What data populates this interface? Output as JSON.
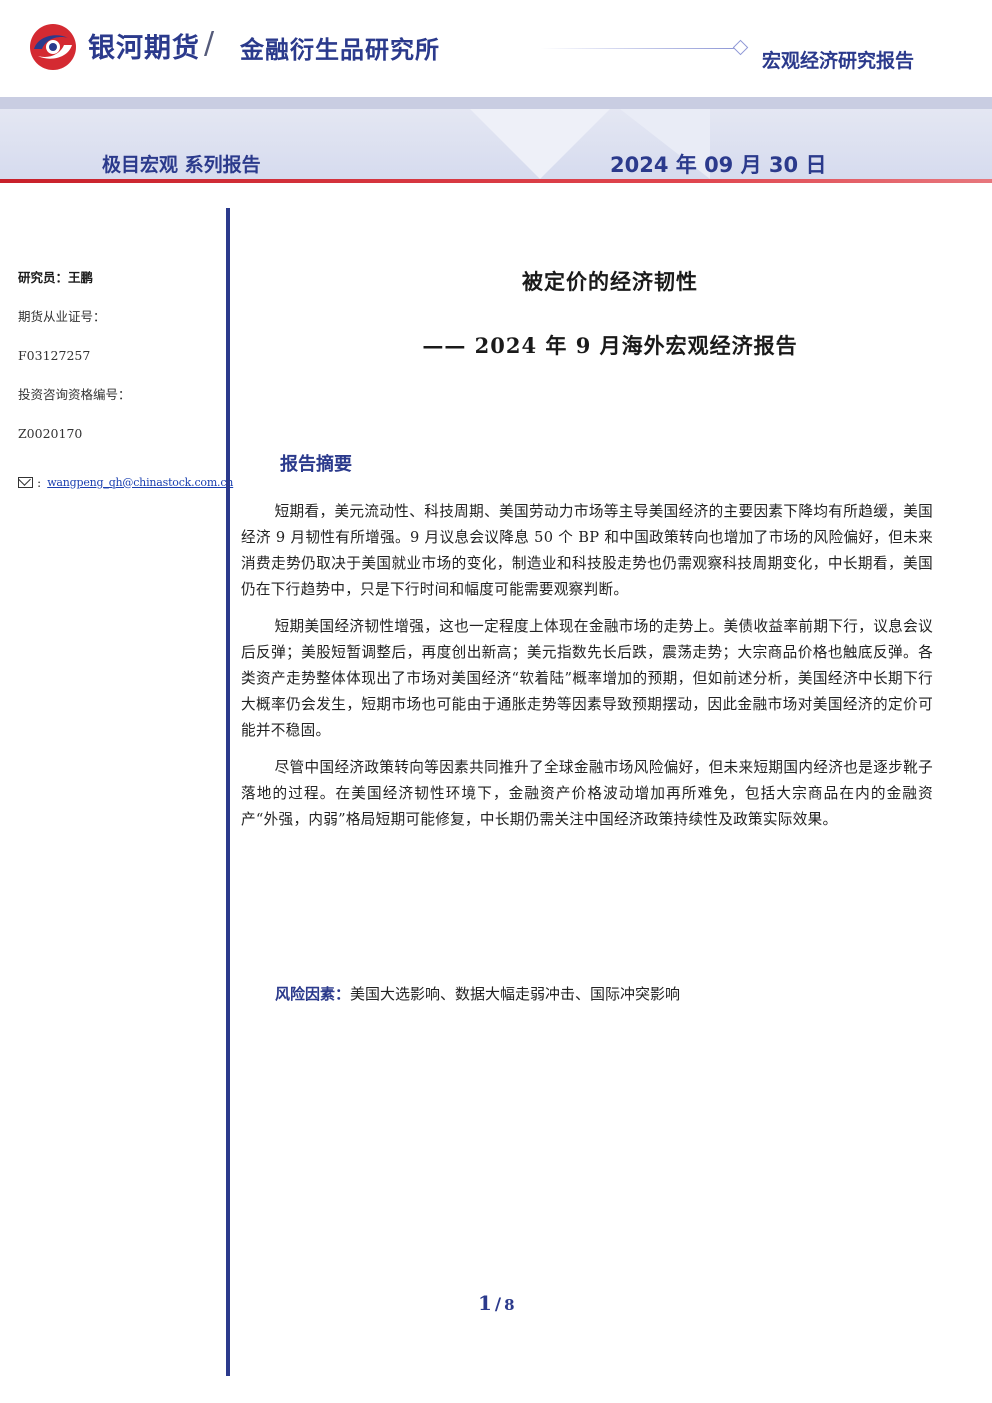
{
  "header": {
    "brand": "银河期货",
    "slash": "/",
    "institute": "金融衍生品研究所",
    "report_type": "宏观经济研究报告",
    "series": "极目宏观  系列报告",
    "date": "2024 年 09 月 30 日",
    "brand_color": "#2b3a8c",
    "accent_red": "#c8202a"
  },
  "sidebar": {
    "researcher": "研究员：王鹏",
    "futures_cert_label": "期货从业证号：",
    "futures_cert_no": "F03127257",
    "advisory_cert_label": "投资咨询资格编号：",
    "advisory_cert_no": "Z0020170",
    "mail_colon": ":",
    "email": "wangpeng_qh@chinastock.com.cn"
  },
  "report": {
    "title": "被定价的经济韧性",
    "subtitle": "—— 2024 年 9 月海外宏观经济报告",
    "summary_heading": "报告摘要",
    "paragraphs": [
      "短期看，美元流动性、科技周期、美国劳动力市场等主导美国经济的主要因素下降均有所趋缓，美国经济 9 月韧性有所增强。9 月议息会议降息 50 个 BP 和中国政策转向也增加了市场的风险偏好，但未来消费走势仍取决于美国就业市场的变化，制造业和科技股走势也仍需观察科技周期变化，中长期看，美国仍在下行趋势中，只是下行时间和幅度可能需要观察判断。",
      "短期美国经济韧性增强，这也一定程度上体现在金融市场的走势上。美债收益率前期下行，议息会议后反弹；美股短暂调整后，再度创出新高；美元指数先长后跌，震荡走势；大宗商品价格也触底反弹。各类资产走势整体体现出了市场对美国经济“软着陆”概率增加的预期，但如前述分析，美国经济中长期下行大概率仍会发生，短期市场也可能由于通胀走势等因素导致预期摆动，因此金融市场对美国经济的定价可能并不稳固。",
      "尽管中国经济政策转向等因素共同推升了全球金融市场风险偏好，但未来短期国内经济也是逐步靴子落地的过程。在美国经济韧性环境下，金融资产价格波动增加再所难免，包括大宗商品在内的金融资产“外强，内弱”格局短期可能修复，中长期仍需关注中国经济政策持续性及政策实际效果。"
    ],
    "risk_label": "风险因素：",
    "risk_text": "美国大选影响、数据大幅走弱冲击、国际冲突影响"
  },
  "footer": {
    "page_current": "1",
    "page_sep": "/",
    "page_total": "8"
  }
}
